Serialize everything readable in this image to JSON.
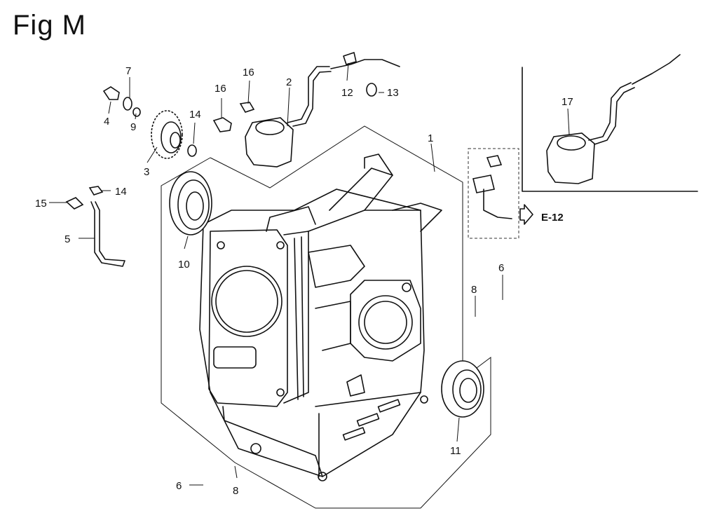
{
  "figure": {
    "title": "Fig M",
    "reference_label": "E-12"
  },
  "callouts": [
    {
      "id": "1",
      "label": "1"
    },
    {
      "id": "2",
      "label": "2"
    },
    {
      "id": "3",
      "label": "3"
    },
    {
      "id": "4",
      "label": "4"
    },
    {
      "id": "5",
      "label": "5"
    },
    {
      "id": "6a",
      "label": "6"
    },
    {
      "id": "6b",
      "label": "6"
    },
    {
      "id": "7",
      "label": "7"
    },
    {
      "id": "8a",
      "label": "8"
    },
    {
      "id": "8b",
      "label": "8"
    },
    {
      "id": "9",
      "label": "9"
    },
    {
      "id": "10",
      "label": "10"
    },
    {
      "id": "11",
      "label": "11"
    },
    {
      "id": "12",
      "label": "12"
    },
    {
      "id": "13",
      "label": "13"
    },
    {
      "id": "14a",
      "label": "14"
    },
    {
      "id": "14b",
      "label": "14"
    },
    {
      "id": "15",
      "label": "15"
    },
    {
      "id": "16a",
      "label": "16"
    },
    {
      "id": "16b",
      "label": "16"
    },
    {
      "id": "17",
      "label": "17"
    }
  ]
}
